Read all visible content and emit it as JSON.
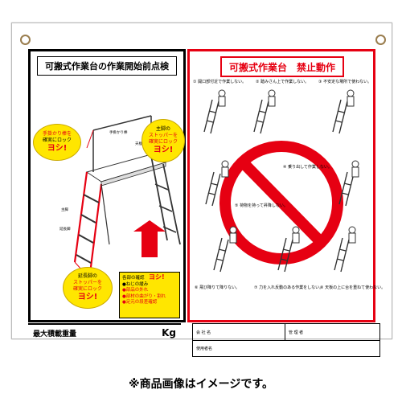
{
  "left_panel": {
    "title": "可搬式作業台の作業開始前点検",
    "bubble_handrail": [
      "手掛かり棒を",
      "確実にロック",
      "ヨシ!"
    ],
    "bubble_main_leg": [
      "主脚の",
      "ストッパーを",
      "確実にロック",
      "ヨシ!"
    ],
    "bubble_ext_leg": [
      "延長脚の",
      "ストッパーを",
      "確実にロック",
      "ヨシ!"
    ],
    "label_handrail": "手掛かり棒",
    "label_top": "天板",
    "label_main_leg": "主脚",
    "label_ext_leg": "延長脚",
    "check_title": "各部の確認",
    "check_ok": "ヨシ!",
    "check_items": [
      "●ねじの緩み",
      "●部品の外れ",
      "●部材の曲がり・割れ",
      "●足元の段差確認"
    ],
    "max_load_label": "最大積載重量",
    "max_load_unit": "Kg"
  },
  "right_panel": {
    "title": "可搬式作業台　禁止動作",
    "items": [
      "① 開口部付近で作業しない。",
      "② 踏みさん上で作業しない。",
      "③ 不安定な場所で使わない。",
      "④ 乗り出して作業しない。",
      "⑤ 荷物を持って昇降しない。",
      "⑥ 飛び降りて降りない。",
      "⑦ 力を入れ反動のある作業をしない。",
      "⑧ 天板の上に台を重ねて使わない。"
    ],
    "footer_company": "会 社 名",
    "footer_manager": "管 理 者",
    "footer_user": "使用者名"
  },
  "caption": "※商品画像はイメージです。",
  "colors": {
    "red": "#e60012",
    "yellow": "#ffe600",
    "black": "#000000"
  }
}
